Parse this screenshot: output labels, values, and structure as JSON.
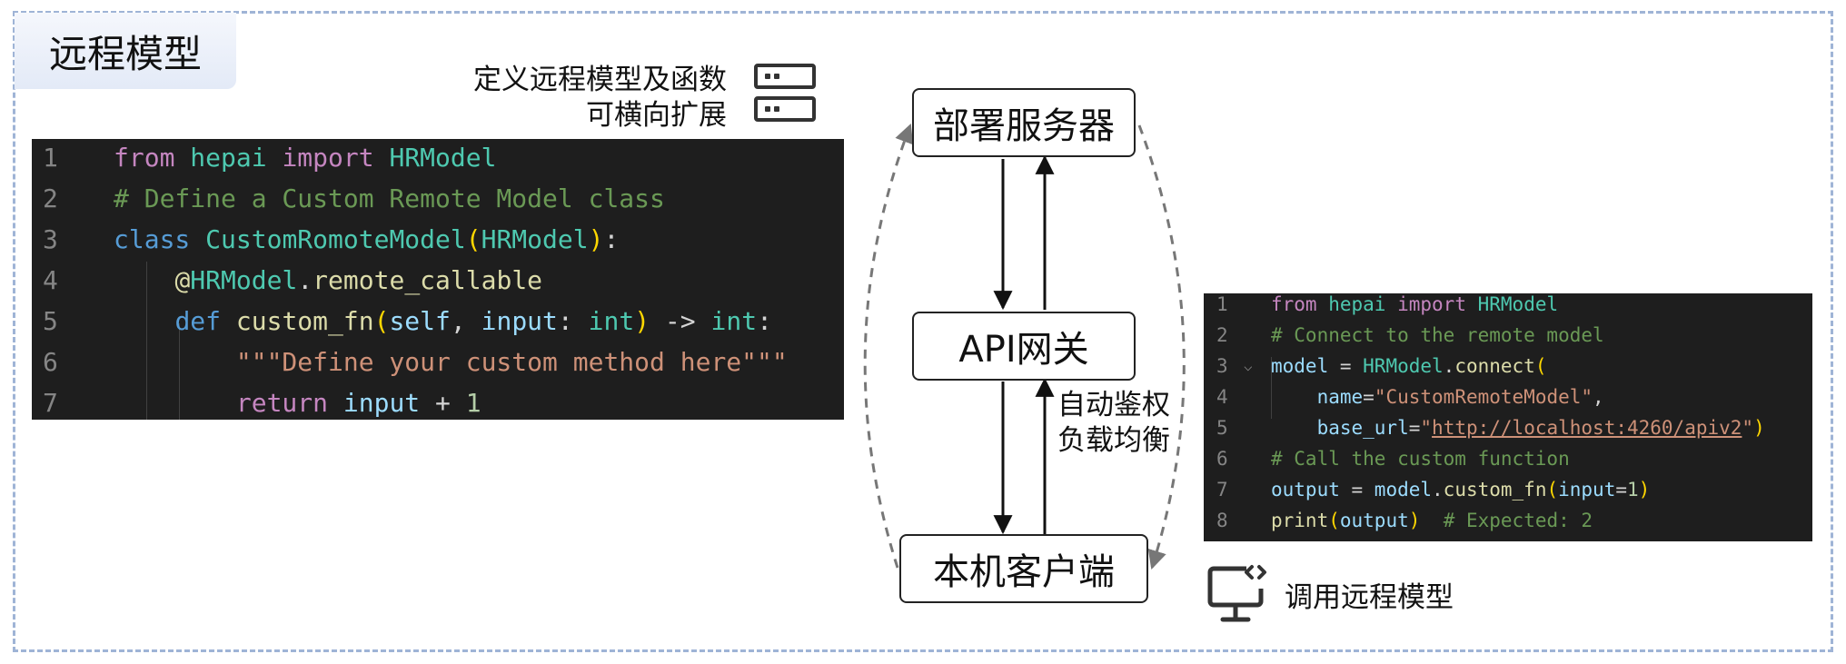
{
  "title": "远程模型",
  "server_labels": [
    "定义远程模型及函数",
    "可横向扩展"
  ],
  "nodes": {
    "server": "部署服务器",
    "gateway": "API网关",
    "client": "本机客户端"
  },
  "edge_labels": [
    "自动鉴权",
    "负载均衡"
  ],
  "client_label": "调用远程模型",
  "icons": {
    "server": "server-rack-icon",
    "client": "monitor-code-icon"
  },
  "server_code": [
    {
      "n": "1",
      "tokens": [
        [
          "kw",
          "from"
        ],
        [
          "pn",
          " "
        ],
        [
          "cls",
          "hepai"
        ],
        [
          "pn",
          " "
        ],
        [
          "kw",
          "import"
        ],
        [
          "pn",
          " "
        ],
        [
          "cls",
          "HRModel"
        ]
      ]
    },
    {
      "n": "2",
      "tokens": [
        [
          "cm",
          "# Define a Custom Remote Model class"
        ]
      ]
    },
    {
      "n": "3",
      "tokens": [
        [
          "kwb",
          "class"
        ],
        [
          "pn",
          " "
        ],
        [
          "cls",
          "CustomRomoteModel"
        ],
        [
          "br",
          "("
        ],
        [
          "cls",
          "HRModel"
        ],
        [
          "br",
          ")"
        ],
        [
          "pn",
          ":"
        ]
      ]
    },
    {
      "n": "4",
      "tokens": [
        [
          "pn",
          "    "
        ],
        [
          "fn",
          "@"
        ],
        [
          "cls",
          "HRModel"
        ],
        [
          "pn",
          "."
        ],
        [
          "fn",
          "remote_callable"
        ]
      ]
    },
    {
      "n": "5",
      "tokens": [
        [
          "pn",
          "    "
        ],
        [
          "kwb",
          "def"
        ],
        [
          "pn",
          " "
        ],
        [
          "fn",
          "custom_fn"
        ],
        [
          "br",
          "("
        ],
        [
          "var",
          "self"
        ],
        [
          "pn",
          ", "
        ],
        [
          "var",
          "input"
        ],
        [
          "pn",
          ": "
        ],
        [
          "cls",
          "int"
        ],
        [
          "br",
          ")"
        ],
        [
          "pn",
          " -> "
        ],
        [
          "cls",
          "int"
        ],
        [
          "pn",
          ":"
        ]
      ]
    },
    {
      "n": "6",
      "tokens": [
        [
          "pn",
          "        "
        ],
        [
          "str",
          "\"\"\"Define your custom method here\"\"\""
        ]
      ]
    },
    {
      "n": "7",
      "tokens": [
        [
          "pn",
          "        "
        ],
        [
          "kw",
          "return"
        ],
        [
          "pn",
          " "
        ],
        [
          "var",
          "input"
        ],
        [
          "pn",
          " + "
        ],
        [
          "num",
          "1"
        ]
      ]
    }
  ],
  "client_code": [
    {
      "n": "1",
      "tokens": [
        [
          "kw",
          "from"
        ],
        [
          "pn",
          " "
        ],
        [
          "cls",
          "hepai"
        ],
        [
          "pn",
          " "
        ],
        [
          "kw",
          "import"
        ],
        [
          "pn",
          " "
        ],
        [
          "cls",
          "HRModel"
        ]
      ]
    },
    {
      "n": "2",
      "tokens": [
        [
          "cm",
          "# Connect to the remote model"
        ]
      ]
    },
    {
      "n": "3",
      "tokens": [
        [
          "var",
          "model"
        ],
        [
          "pn",
          " = "
        ],
        [
          "cls",
          "HRModel"
        ],
        [
          "pn",
          "."
        ],
        [
          "fn",
          "connect"
        ],
        [
          "br",
          "("
        ]
      ]
    },
    {
      "n": "4",
      "tokens": [
        [
          "pn",
          "    "
        ],
        [
          "var",
          "name"
        ],
        [
          "pn",
          "="
        ],
        [
          "str",
          "\"CustomRemoteModel\""
        ],
        [
          "pn",
          ","
        ]
      ]
    },
    {
      "n": "5",
      "tokens": [
        [
          "pn",
          "    "
        ],
        [
          "var",
          "base_url"
        ],
        [
          "pn",
          "="
        ],
        [
          "str",
          "\""
        ],
        [
          "url",
          "http://localhost:4260/apiv2"
        ],
        [
          "str",
          "\""
        ],
        [
          "br",
          ")"
        ]
      ]
    },
    {
      "n": "6",
      "tokens": [
        [
          "cm",
          "# Call the custom function"
        ]
      ]
    },
    {
      "n": "7",
      "tokens": [
        [
          "var",
          "output"
        ],
        [
          "pn",
          " = "
        ],
        [
          "var",
          "model"
        ],
        [
          "pn",
          "."
        ],
        [
          "fn",
          "custom_fn"
        ],
        [
          "br",
          "("
        ],
        [
          "var",
          "input"
        ],
        [
          "pn",
          "="
        ],
        [
          "num",
          "1"
        ],
        [
          "br",
          ")"
        ]
      ]
    },
    {
      "n": "8",
      "tokens": [
        [
          "fn",
          "print"
        ],
        [
          "br",
          "("
        ],
        [
          "var",
          "output"
        ],
        [
          "br",
          ")"
        ],
        [
          "pn",
          "  "
        ],
        [
          "cm",
          "# Expected: 2"
        ]
      ]
    }
  ]
}
